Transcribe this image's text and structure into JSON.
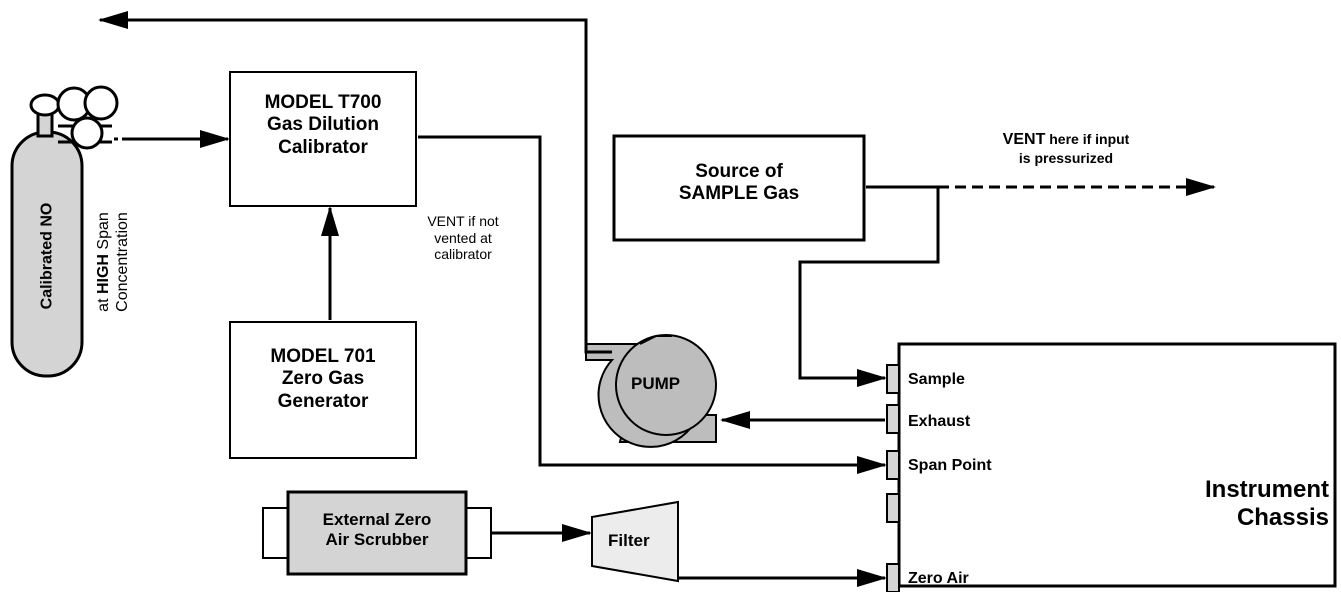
{
  "t700_box": {
    "line1": "MODEL T700",
    "line2": "Gas Dilution",
    "line3": "Calibrator"
  },
  "m701_box": {
    "line1": "MODEL 701",
    "line2": "Zero Gas",
    "line3": "Generator"
  },
  "source_box": {
    "line1": "Source of",
    "line2": "SAMPLE Gas"
  },
  "scrubber_box": {
    "line1": "External Zero",
    "line2": "Air Scrubber"
  },
  "filter": {
    "label": "Filter"
  },
  "pump": {
    "label": "PUMP"
  },
  "cylinder": {
    "label": "Calibrated NO",
    "conc_prefix": "at ",
    "conc_bold": "HIGH",
    "conc_suffix": " Span",
    "conc_line2": "Concentration"
  },
  "vent_note": {
    "line1": "VENT  if not",
    "line2": "vented at",
    "line3": "calibrator"
  },
  "vent_pressurized": {
    "bold": "VENT",
    "line1_rest": " here if input",
    "line2": "is pressurized"
  },
  "chassis": {
    "title_line1": "Instrument",
    "title_line2": "Chassis",
    "ports": [
      "Sample",
      "Exhaust",
      "Span Point",
      "Zero Air"
    ]
  }
}
